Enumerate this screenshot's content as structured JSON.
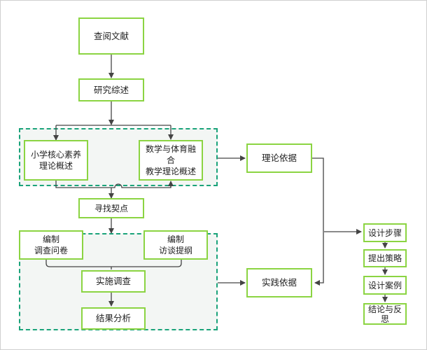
{
  "nodes": {
    "chayue": "查阅文献",
    "yanjiu": "研究综述",
    "xiaoxue_l1": "小学核心素养",
    "xiaoxue_l2": "理论概述",
    "shuxue_l1": "数学与体育融合",
    "shuxue_l2": "教学理论概述",
    "lilun": "理论依据",
    "xunzhao": "寻找契点",
    "wenjuan_l1": "编制",
    "wenjuan_l2": "调查问卷",
    "fangtan_l1": "编制",
    "fangtan_l2": "访谈提纲",
    "shishi": "实施调查",
    "shijian": "实践依据",
    "jieguo": "结果分析",
    "buzhou": "设计步骤",
    "celue": "提出策略",
    "anli": "设计案例",
    "jielun": "结论与反思"
  },
  "colors": {
    "node_border": "#8bd442",
    "group_border": "#1aa37a",
    "arrow": "#444444"
  }
}
